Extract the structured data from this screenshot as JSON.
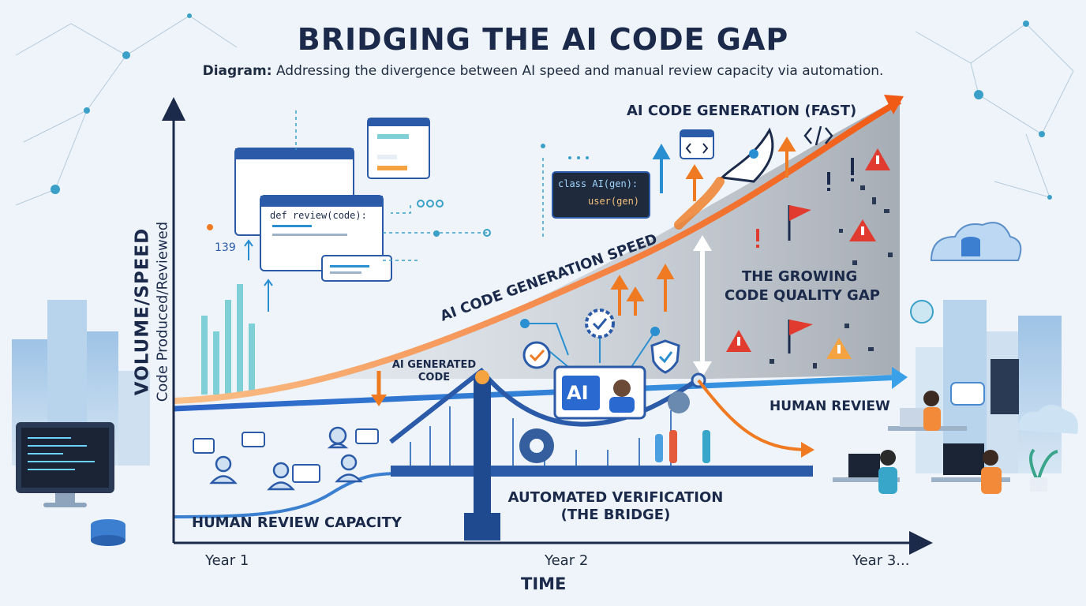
{
  "title": "BRIDGING THE AI CODE GAP",
  "subtitle": {
    "prefix": "Diagram:",
    "text": "Addressing the divergence between AI speed and manual review capacity via automation."
  },
  "axes": {
    "y_title": "VOLUME/SPEED",
    "y_subtitle": "Code Produced/Reviewed",
    "x_title": "TIME",
    "ticks": [
      "Year 1",
      "Year 2",
      "Year 3..."
    ]
  },
  "labels": {
    "ai_fast": "AI CODE GENERATION (FAST)",
    "ai_speed_curve": "AI CODE GENERATION SPEED",
    "gap_line1": "THE GROWING",
    "gap_line2": "CODE QUALITY GAP",
    "human_review": "HUMAN REVIEW",
    "ai_generated_line1": "AI GENERATED",
    "ai_generated_line2": "CODE",
    "bridge_line1": "AUTOMATED VERIFICATION",
    "bridge_line2": "(THE BRIDGE)",
    "human_capacity": "HUMAN REVIEW CAPACITY",
    "ai_badge": "AI"
  },
  "code_snippets": {
    "review": "def review(code):",
    "class_ai": "class AI(gen):",
    "gen_call": "user(gen)",
    "number": "139"
  },
  "colors": {
    "ai_curve": "#f07a22",
    "review_curve": "#2f7fd4",
    "gap_shade": "#8f959e",
    "warning": "#e13a2e",
    "bridge": "#2a5aa8"
  }
}
